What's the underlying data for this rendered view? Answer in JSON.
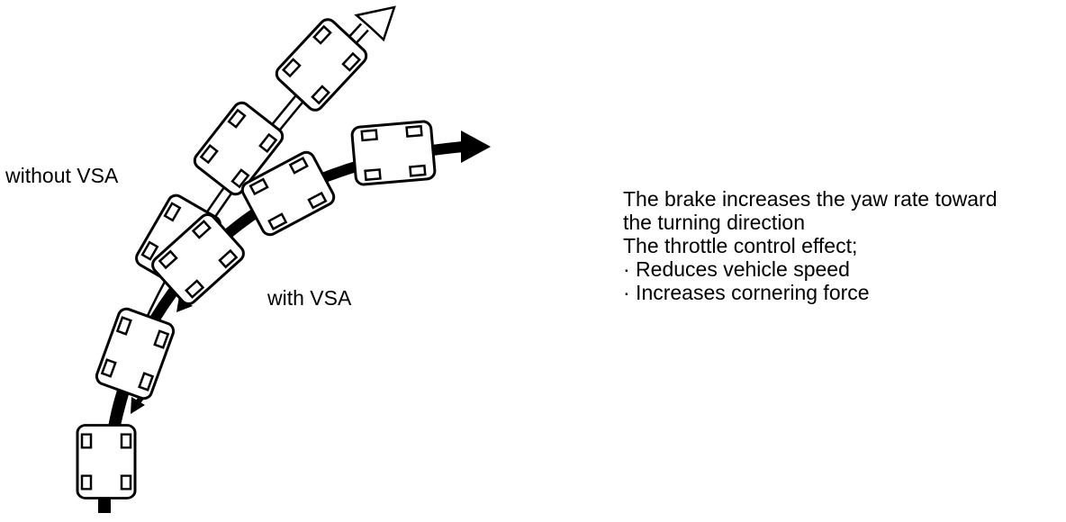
{
  "labels": {
    "without_vsa": "without VSA",
    "with_vsa": "with VSA"
  },
  "explanation": [
    "The brake increases the yaw rate toward",
    "the turning direction",
    "The throttle control effect;",
    "· Reduces vehicle speed",
    "· Increases cornering force"
  ],
  "colors": {
    "ink": "#000000",
    "background": "#ffffff"
  },
  "icons": {
    "without_vsa_arrow": "hollow-arrow-icon",
    "with_vsa_arrow": "solid-arrow-icon",
    "brake_arrow": "curved-brake-arrow-icon",
    "vehicle": "car-top-view-icon"
  }
}
